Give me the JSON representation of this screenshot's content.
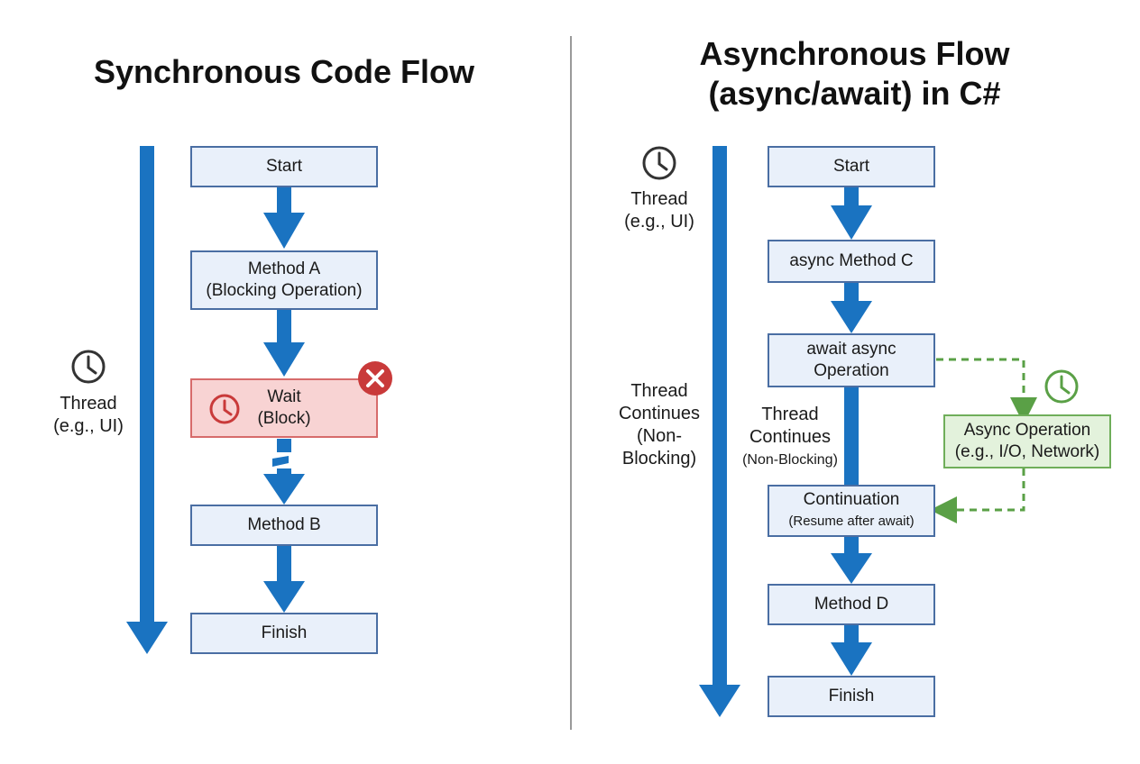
{
  "left": {
    "title": "Synchronous Code Flow",
    "thread_label": [
      "Thread",
      "(e.g., UI)"
    ],
    "start": "Start",
    "method_a": [
      "Method A",
      "(Blocking Operation)"
    ],
    "wait": [
      "Wait",
      "(Block)"
    ],
    "method_b": "Method B",
    "finish": "Finish"
  },
  "right": {
    "title": [
      "Asynchronous Flow",
      "(async/await) in C#"
    ],
    "thread_label": [
      "Thread",
      "(e.g., UI)"
    ],
    "thread_continues_outer": [
      "Thread",
      "Continues",
      "(Non-",
      "Blocking)"
    ],
    "thread_continues_inner": [
      "Thread",
      "Continues",
      "(Non-Blocking)"
    ],
    "start": "Start",
    "async_method_c": "async Method C",
    "await_op": [
      "await async",
      "Operation"
    ],
    "async_operation": [
      "Async Operation",
      "(e.g., I/O, Network)"
    ],
    "continuation": [
      "Continuation",
      "(Resume after await)"
    ],
    "method_d": "Method D",
    "finish": "Finish"
  },
  "colors": {
    "flow_blue": "#1a73c1",
    "box_fill": "#e9f0fa",
    "box_border": "#4a6ea3",
    "wait_fill": "#f8d3d3",
    "wait_border": "#d76b6b",
    "error_red": "#c93a3a",
    "async_green": "#5aa046",
    "async_fill": "#e3f2dc"
  },
  "icons": {
    "clock": "clock-icon",
    "error": "close-icon"
  }
}
